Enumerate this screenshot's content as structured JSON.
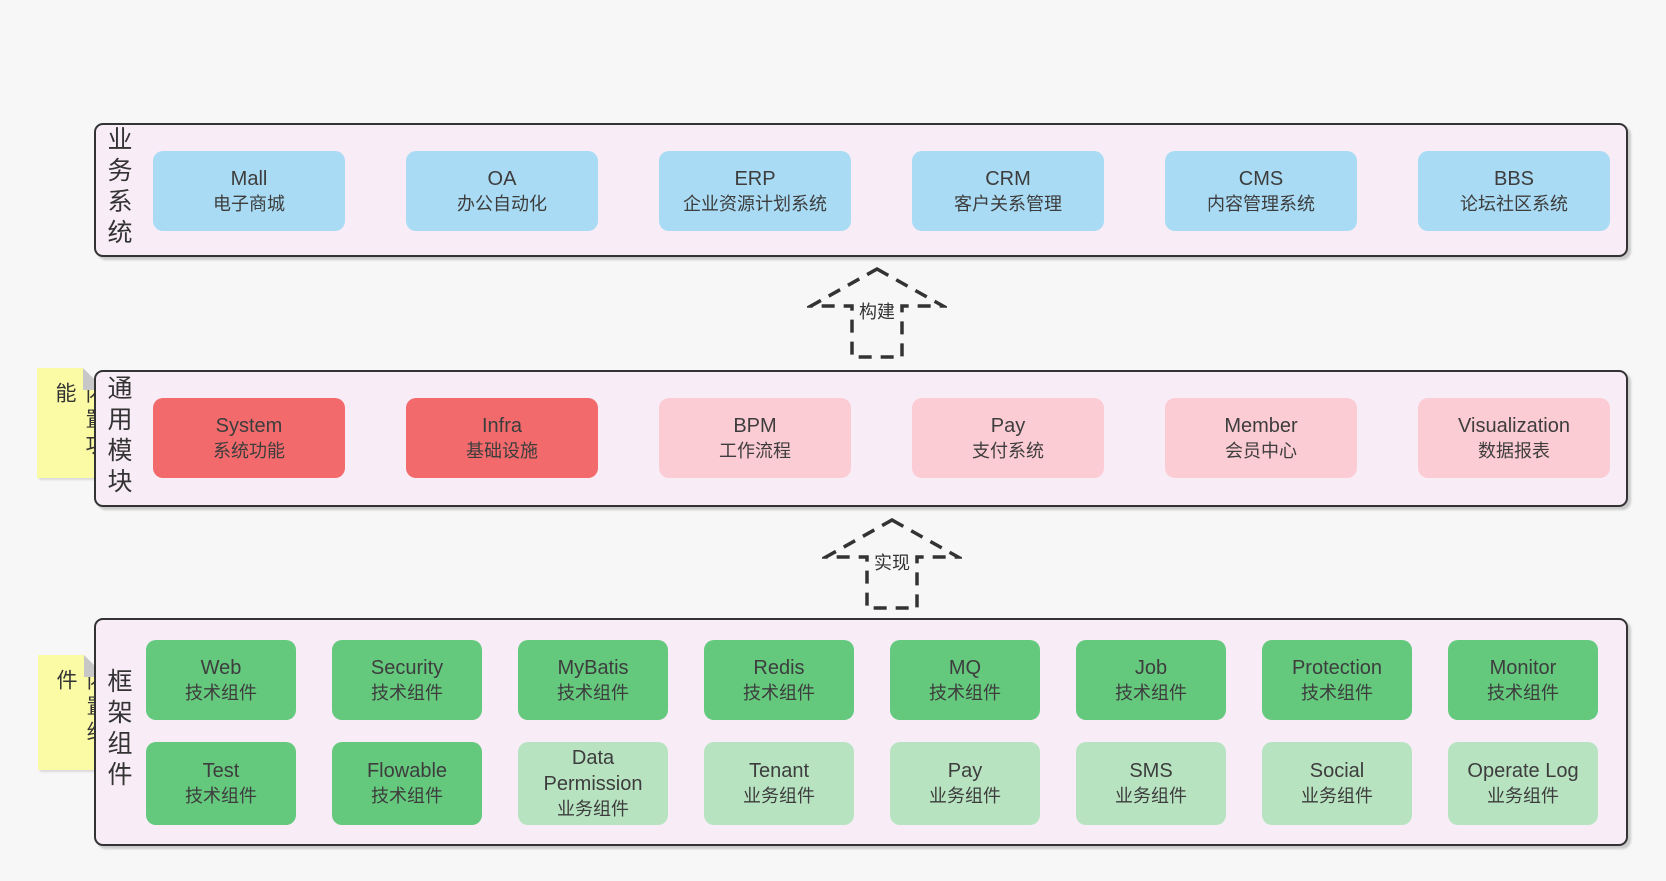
{
  "colors": {
    "page_bg": "#f7f7f7",
    "panel_bg": "#f8edf6",
    "panel_border": "#333333",
    "blue_box": "#a9dbf4",
    "red_box": "#f26a6b",
    "pink_box": "#fcccd4",
    "green_box": "#64c87d",
    "lightgreen_box": "#b8e3c1",
    "sticky_yellow": "#fbfba6",
    "text": "#3d3d3d"
  },
  "arrows": {
    "build": "构建",
    "implement": "实现"
  },
  "sections": {
    "business": {
      "label": "业务系统",
      "items": [
        {
          "name": "Mall",
          "desc": "电子商城"
        },
        {
          "name": "OA",
          "desc": "办公自动化"
        },
        {
          "name": "ERP",
          "desc": "企业资源计划系统"
        },
        {
          "name": "CRM",
          "desc": "客户关系管理"
        },
        {
          "name": "CMS",
          "desc": "内容管理系统"
        },
        {
          "name": "BBS",
          "desc": "论坛社区系统"
        }
      ]
    },
    "modules": {
      "label": "通用模块",
      "sticky": "内置功能",
      "items": [
        {
          "name": "System",
          "desc": "系统功能",
          "variant": "red"
        },
        {
          "name": "Infra",
          "desc": "基础设施",
          "variant": "red"
        },
        {
          "name": "BPM",
          "desc": "工作流程",
          "variant": "pink"
        },
        {
          "name": "Pay",
          "desc": "支付系统",
          "variant": "pink"
        },
        {
          "name": "Member",
          "desc": "会员中心",
          "variant": "pink"
        },
        {
          "name": "Visualization",
          "desc": "数据报表",
          "variant": "pink"
        }
      ]
    },
    "components": {
      "label": "框架组件",
      "sticky": "内置组件",
      "row1": [
        {
          "name": "Web",
          "desc": "技术组件",
          "variant": "green"
        },
        {
          "name": "Security",
          "desc": "技术组件",
          "variant": "green"
        },
        {
          "name": "MyBatis",
          "desc": "技术组件",
          "variant": "green"
        },
        {
          "name": "Redis",
          "desc": "技术组件",
          "variant": "green"
        },
        {
          "name": "MQ",
          "desc": "技术组件",
          "variant": "green"
        },
        {
          "name": "Job",
          "desc": "技术组件",
          "variant": "green"
        },
        {
          "name": "Protection",
          "desc": "技术组件",
          "variant": "green"
        },
        {
          "name": "Monitor",
          "desc": "技术组件",
          "variant": "green"
        }
      ],
      "row2": [
        {
          "name": "Test",
          "desc": "技术组件",
          "variant": "green"
        },
        {
          "name": "Flowable",
          "desc": "技术组件",
          "variant": "green"
        },
        {
          "name": "Data Permission",
          "desc": "业务组件",
          "variant": "lightgreen"
        },
        {
          "name": "Tenant",
          "desc": "业务组件",
          "variant": "lightgreen"
        },
        {
          "name": "Pay",
          "desc": "业务组件",
          "variant": "lightgreen"
        },
        {
          "name": "SMS",
          "desc": "业务组件",
          "variant": "lightgreen"
        },
        {
          "name": "Social",
          "desc": "业务组件",
          "variant": "lightgreen"
        },
        {
          "name": "Operate Log",
          "desc": "业务组件",
          "variant": "lightgreen"
        }
      ]
    }
  }
}
